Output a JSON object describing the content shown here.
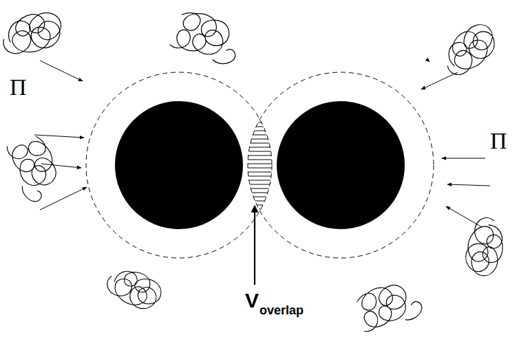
{
  "diagram": {
    "labels": [
      "Π",
      "Π",
      "V",
      "overlap"
    ]
  }
}
